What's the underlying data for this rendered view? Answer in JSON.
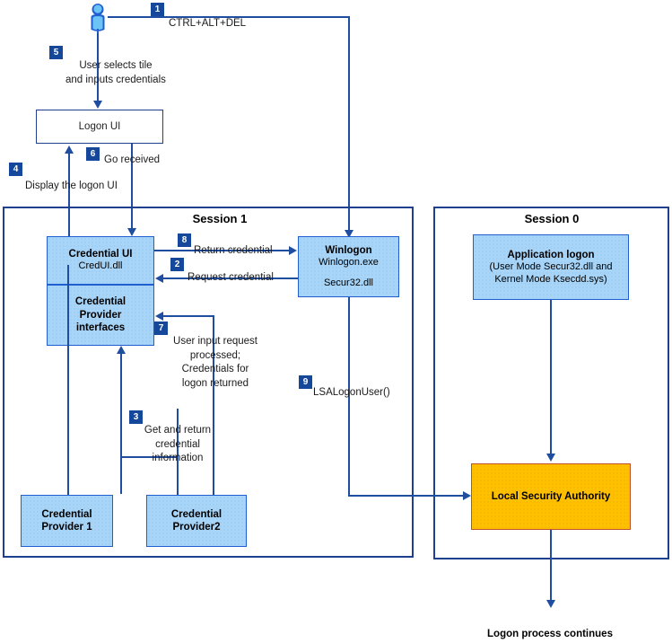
{
  "diagram": {
    "title": "Windows interactive logon architecture",
    "colors": {
      "box_fill": "#a8d4f7",
      "box_border": "#1f5fd0",
      "lsa_fill": "#ffc000",
      "lsa_border": "#c0502a",
      "line": "#1f4ea0",
      "badge": "#15479b",
      "session_border": "#1f3f8f"
    }
  },
  "sessions": {
    "session1": {
      "title": "Session 1"
    },
    "session0": {
      "title": "Session 0"
    }
  },
  "nodes": {
    "user": {
      "label": "user-icon"
    },
    "logon_ui": {
      "title": "Logon UI"
    },
    "credential_ui": {
      "title": "Credential UI",
      "sub": "CredUI.dll"
    },
    "credential_provider_interfaces": {
      "line1": "Credential",
      "line2": "Provider",
      "line3": "interfaces"
    },
    "winlogon": {
      "title": "Winlogon",
      "sub": "Winlogon.exe",
      "sub2": "Secur32.dll"
    },
    "credential_provider_1": {
      "line1": "Credential",
      "line2": "Provider 1"
    },
    "credential_provider_2": {
      "line1": "Credential",
      "line2": "Provider2"
    },
    "application_logon": {
      "title": "Application logon",
      "sub1": "(User Mode Secur32.dll and",
      "sub2": "Kernel Mode Ksecdd.sys)"
    },
    "local_security_authority": {
      "title": "Local Security Authority"
    }
  },
  "steps": [
    {
      "n": "1",
      "label": "CTRL+ALT+DEL"
    },
    {
      "n": "2",
      "label": "Request credential"
    },
    {
      "n": "3",
      "label": "Get and return\ncredential\ninformation"
    },
    {
      "n": "4",
      "label": "Display the logon UI"
    },
    {
      "n": "5",
      "label": "User selects tile\nand inputs credentials"
    },
    {
      "n": "6",
      "label": "Go received"
    },
    {
      "n": "7",
      "label": "User input request\nprocessed;\nCredentials for\nlogon returned"
    },
    {
      "n": "8",
      "label": "Return credential"
    },
    {
      "n": "9",
      "label": "LSALogonUser()"
    }
  ],
  "footer": {
    "label": "Logon process continues"
  }
}
